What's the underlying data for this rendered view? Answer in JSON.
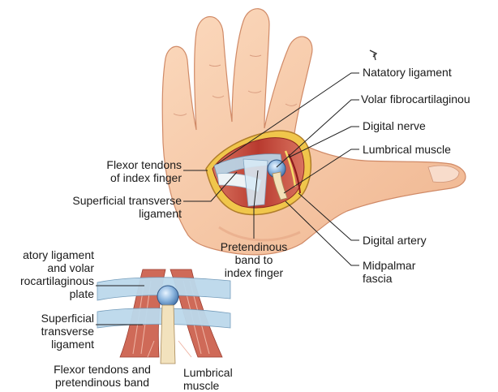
{
  "figure": {
    "colors": {
      "skin": "#f6c7a5",
      "skin_shadow": "#e7a684",
      "muscle": "#c8453a",
      "tendon": "#f1e4c6",
      "fascia_blue": "#9fc7df",
      "nerve_yellow": "#f2d34c",
      "leader_line": "#1f1f1f"
    },
    "labels": {
      "natatory_ligament": "Natatory ligament",
      "volar_fibrocartilaginous": "Volar fibrocartilaginou",
      "digital_nerve": "Digital nerve",
      "lumbrical_muscle": "Lumbrical muscle",
      "flexor_tendons_index": "Flexor tendons\nof index finger",
      "superficial_transverse_ligament": "Superficial transverse\nligament",
      "pretendinous_band": "Pretendinous\nband to\nindex finger",
      "digital_artery": "Digital artery",
      "midpalmar_fascia": "Midpalmar\nfascia"
    },
    "inset_labels": {
      "natatory_plate": "atory ligament\nand volar\nrocartilaginous\nplate",
      "superficial_transverse_ligament": "Superficial\ntransverse\nligament",
      "flexor_tendons_pretendinous": "Flexor tendons and\npretendinous band",
      "lumbrical_muscle": "Lumbrical\nmuscle"
    }
  }
}
